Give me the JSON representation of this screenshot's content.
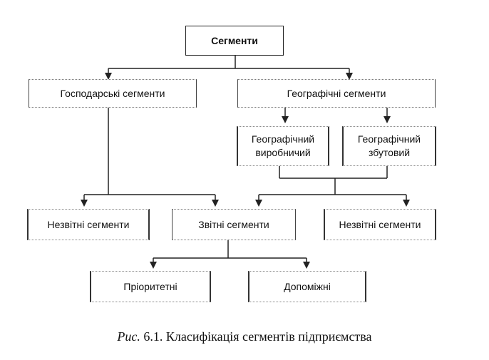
{
  "diagram": {
    "root": "Сегменти",
    "business": "Господарські сегменти",
    "geo": "Географічні сегменти",
    "geo_production_line1": "Географічний",
    "geo_production_line2": "виробничий",
    "geo_sales_line1": "Географічний",
    "geo_sales_line2": "збутовий",
    "unreported_left": "Незвітні сегменти",
    "reported": "Звітні сегменти",
    "unreported_right": "Незвітні сегменти",
    "priority": "Пріоритетні",
    "auxiliary": "Допоміжні"
  },
  "caption": {
    "prefix": "Рис.",
    "text": " 6.1. Класифікація сегментів підприємства"
  },
  "colors": {
    "line": "#222222",
    "text": "#111111",
    "background": "#ffffff"
  }
}
